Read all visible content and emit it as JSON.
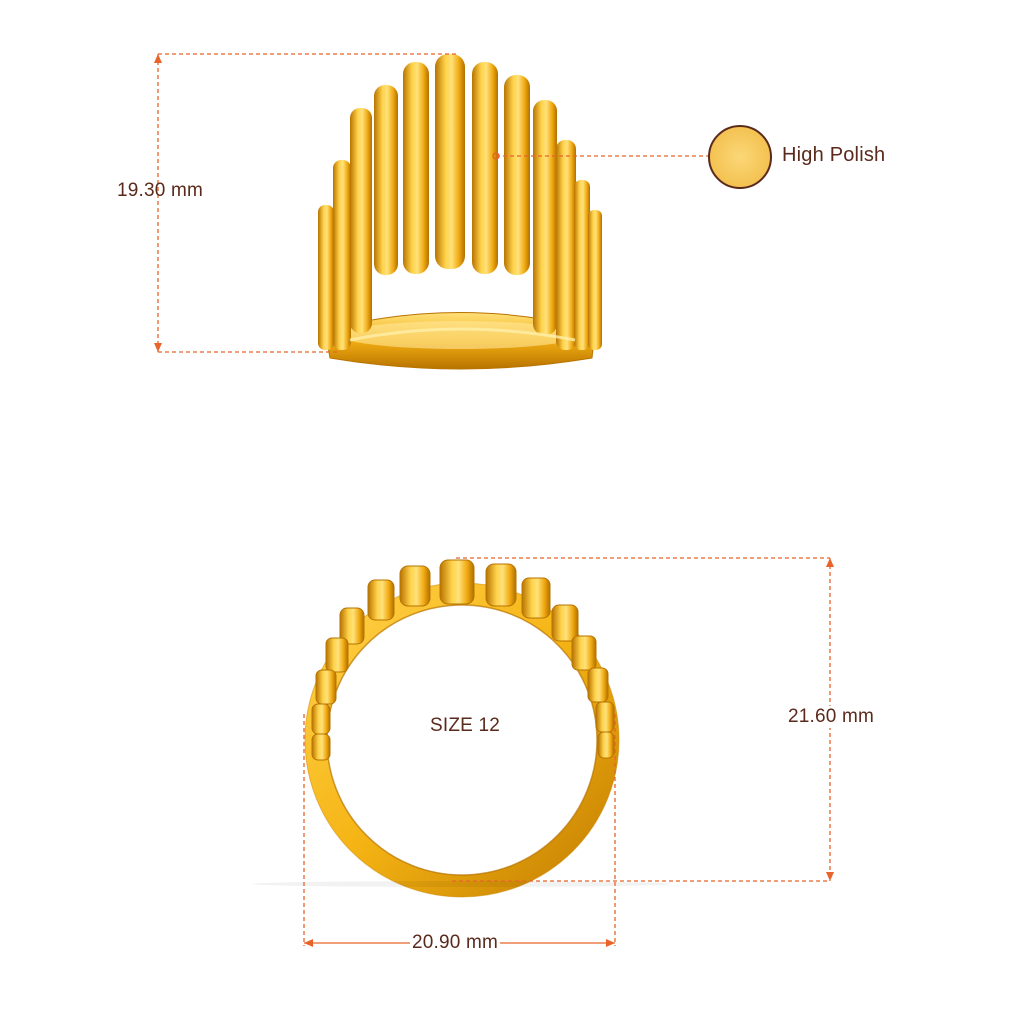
{
  "dimensions": {
    "top_height": "19.30 mm",
    "bottom_height": "21.60 mm",
    "bottom_width": "20.90 mm"
  },
  "size_label": "SIZE 12",
  "finish": {
    "label": "High Polish",
    "swatch_color": "#F7C75E",
    "swatch_border": "#5a2a1c"
  },
  "colors": {
    "dimension_line": "#E8642A",
    "text": "#5a2a1c",
    "gold_light": "#FFD65A",
    "gold_mid": "#F5B414",
    "gold_dark": "#C47F00"
  }
}
